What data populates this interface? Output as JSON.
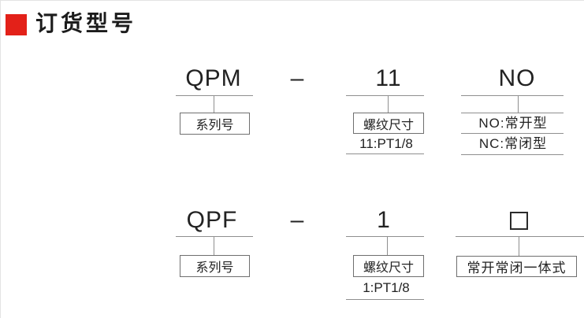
{
  "header": {
    "title": "订货型号",
    "accent_color": "#e32119"
  },
  "colors": {
    "line_gray": "#8f8f8f",
    "box_border": "#6f6f6f",
    "text": "#222222"
  },
  "diagrams": [
    {
      "separator": "–",
      "columns": [
        {
          "code": "QPM",
          "box_label": "系列号"
        },
        {
          "code": "11",
          "box_label": "螺纹尺寸",
          "note": "11:PT1/8"
        },
        {
          "code": "NO",
          "options": [
            "NO:常开型",
            "NC:常闭型"
          ]
        }
      ]
    },
    {
      "separator": "–",
      "columns": [
        {
          "code": "QPF",
          "box_label": "系列号"
        },
        {
          "code": "1",
          "box_label": "螺纹尺寸",
          "note": "1:PT1/8"
        },
        {
          "symbol": "blank-square",
          "box_label": "常开常闭一体式"
        }
      ]
    }
  ]
}
